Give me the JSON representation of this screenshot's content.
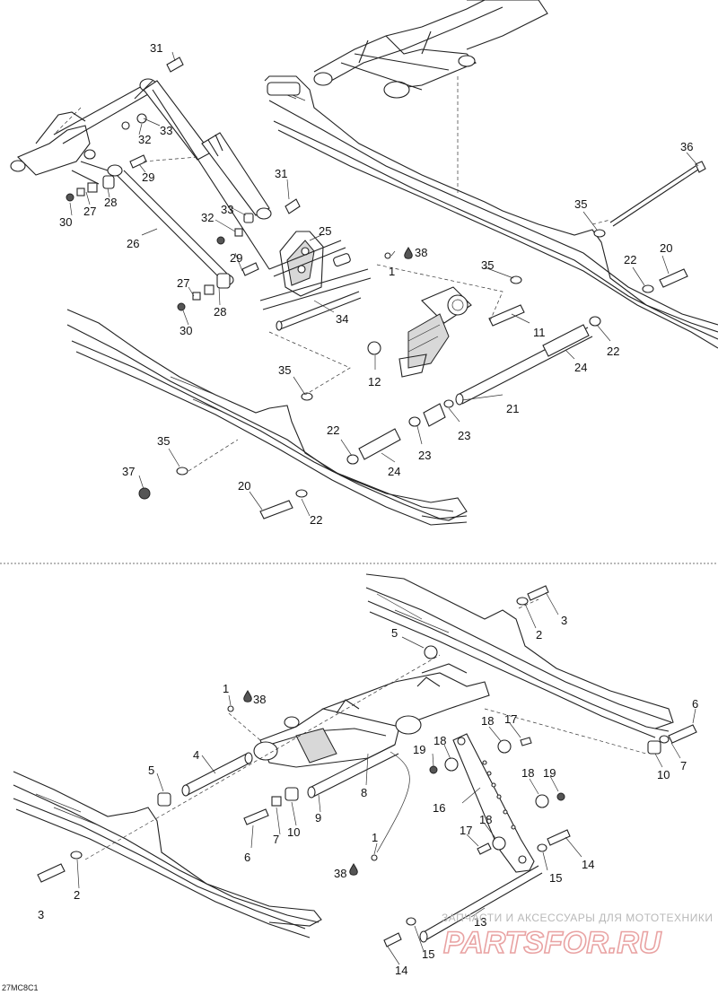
{
  "top_section": {
    "labels": [
      "31",
      "32",
      "33",
      "29",
      "30",
      "27",
      "28",
      "26",
      "31",
      "33",
      "32",
      "29",
      "25",
      "38",
      "1",
      "27",
      "28",
      "30",
      "34",
      "35",
      "36",
      "35",
      "20",
      "22",
      "11",
      "22",
      "24",
      "21",
      "23",
      "12",
      "35",
      "22",
      "23",
      "24",
      "35",
      "37",
      "20",
      "22"
    ]
  },
  "bottom_section": {
    "labels": [
      "3",
      "2",
      "5",
      "1",
      "38",
      "4",
      "5",
      "6",
      "7",
      "10",
      "9",
      "8",
      "18",
      "17",
      "19",
      "18",
      "16",
      "18",
      "19",
      "17",
      "18",
      "15",
      "14",
      "6",
      "7",
      "10",
      "1",
      "38",
      "2",
      "13",
      "15",
      "14"
    ],
    "section_number": "3"
  },
  "caption": "27MC8C1",
  "watermark": {
    "text": "ЗАПЧАСТИ И АКСЕССУАРЫ ДЛЯ МОТОТЕХНИКИ",
    "logo": "PARTSFOR.RU"
  },
  "colors": {
    "line": "#222222",
    "watermark_text": "#b8b8b8",
    "watermark_logo": "#e9a3a3"
  }
}
